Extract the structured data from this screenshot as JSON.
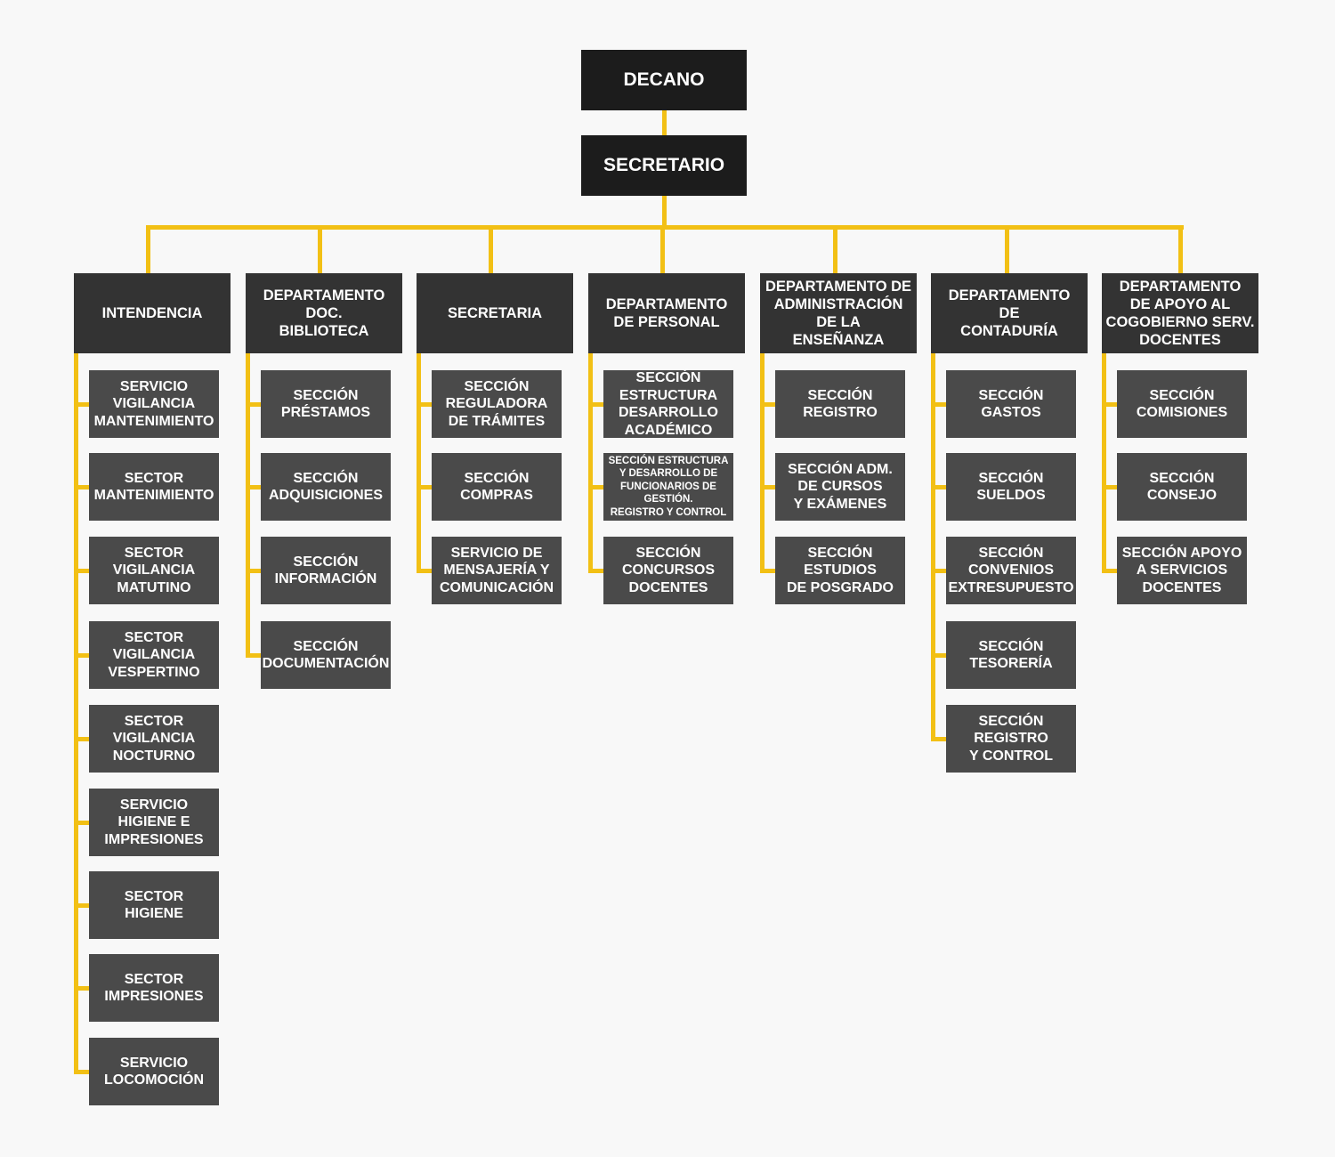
{
  "colors": {
    "background": "#f8f8f8",
    "connector": "#f2c015",
    "top_box": "#1c1c1c",
    "head_box": "#333333",
    "sub_box": "#4a4a4a",
    "text": "#ffffff"
  },
  "top": {
    "decano": "DECANO",
    "secretario": "SECRETARIO"
  },
  "departments": [
    {
      "title": "INTENDENCIA",
      "sections": [
        "SERVICIO\nVIGILANCIA\nMANTENIMIENTO",
        "SECTOR\nMANTENIMIENTO",
        "SECTOR\nVIGILANCIA\nMATUTINO",
        "SECTOR\nVIGILANCIA\nVESPERTINO",
        "SECTOR\nVIGILANCIA\nNOCTURNO",
        "SERVICIO\nHIGIENE E\nIMPRESIONES",
        "SECTOR\nHIGIENE",
        "SECTOR\nIMPRESIONES",
        "SERVICIO\nLOCOMOCIÓN"
      ]
    },
    {
      "title": "DEPARTAMENTO\nDOC.\nBIBLIOTECA",
      "sections": [
        "SECCIÓN\nPRÉSTAMOS",
        "SECCIÓN\nADQUISICIONES",
        "SECCIÓN\nINFORMACIÓN",
        "SECCIÓN\nDOCUMENTACIÓN"
      ]
    },
    {
      "title": "SECRETARIA",
      "sections": [
        "SECCIÓN\nREGULADORA\nDE TRÁMITES",
        "SECCIÓN\nCOMPRAS",
        "SERVICIO DE\nMENSAJERÍA Y\nCOMUNICACIÓN"
      ]
    },
    {
      "title": "DEPARTAMENTO\nDE PERSONAL",
      "sections": [
        "SECCIÓN\nESTRUCTURA\nDESARROLLO\nACADÉMICO",
        "SECCIÓN ESTRUCTURA\nY DESARROLLO DE\nFUNCIONARIOS DE\nGESTIÓN.\nREGISTRO Y CONTROL",
        "SECCIÓN\nCONCURSOS\nDOCENTES"
      ]
    },
    {
      "title": "DEPARTAMENTO DE\nADMINISTRACIÓN\nDE LA\nENSEÑANZA",
      "sections": [
        "SECCIÓN\nREGISTRO",
        "SECCIÓN ADM.\nDE CURSOS\nY EXÁMENES",
        "SECCIÓN\nESTUDIOS\nDE POSGRADO"
      ]
    },
    {
      "title": "DEPARTAMENTO\nDE\nCONTADURÍA",
      "sections": [
        "SECCIÓN\nGASTOS",
        "SECCIÓN\nSUELDOS",
        "SECCIÓN\nCONVENIOS\nEXTRESUPUESTO",
        "SECCIÓN\nTESORERÍA",
        "SECCIÓN\nREGISTRO\nY CONTROL"
      ]
    },
    {
      "title": "DEPARTAMENTO\nDE APOYO AL\nCOGOBIERNO SERV.\nDOCENTES",
      "sections": [
        "SECCIÓN\nCOMISIONES",
        "SECCIÓN\nCONSEJO",
        "SECCIÓN APOYO\nA SERVICIOS\nDOCENTES"
      ]
    }
  ]
}
